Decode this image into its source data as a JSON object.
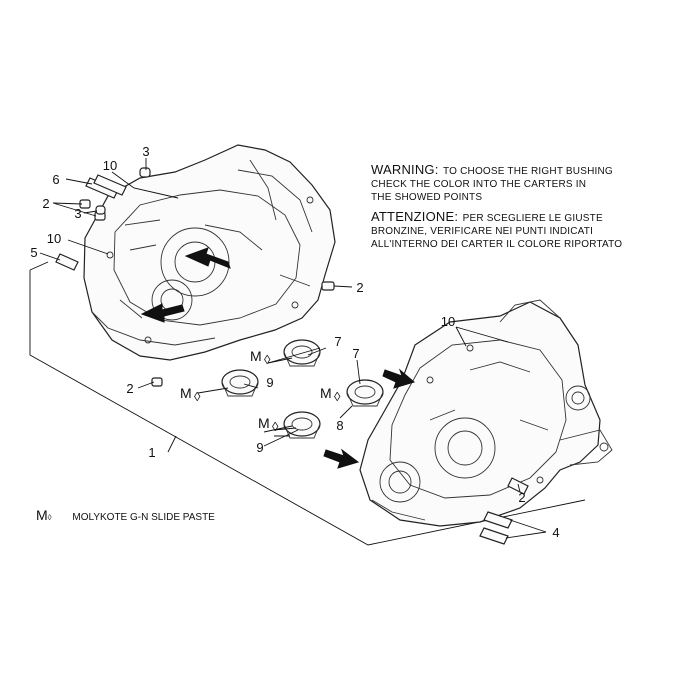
{
  "warning": {
    "heading": "WARNING:",
    "line1_rest": "TO CHOOSE THE RIGHT BUSHING",
    "line2": "CHECK THE COLOR INTO THE CARTERS IN",
    "line3": "THE SHOWED POINTS"
  },
  "attention": {
    "heading": "ATTENZIONE:",
    "line1_rest": "PER SCEGLIERE LE GIUSTE",
    "line2": "BRONZINE, VERIFICARE NEI PUNTI INDICATI",
    "line3": "ALL'INTERNO DEI CARTER IL COLORE RIPORTATO"
  },
  "legend": {
    "symbol": "M",
    "drop": "◊",
    "text": "MOLYKOTE G-N SLIDE PASTE"
  },
  "callouts": {
    "n1": "1",
    "n2": "2",
    "n3": "3",
    "n4": "4",
    "n5": "5",
    "n6": "6",
    "n7": "7",
    "n8": "8",
    "n9": "9",
    "n10": "10",
    "m": "M"
  }
}
